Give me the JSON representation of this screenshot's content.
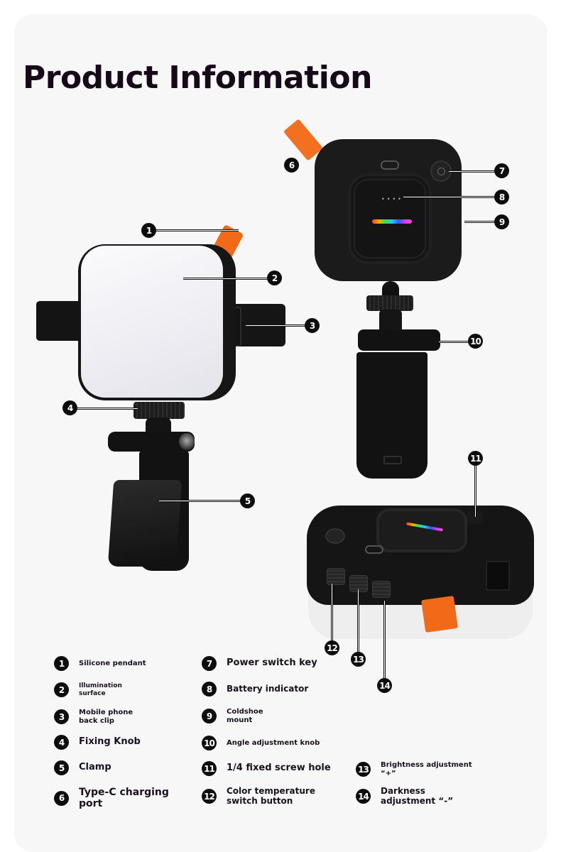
{
  "title": "Product Information",
  "callout_numbers": [
    "1",
    "2",
    "3",
    "4",
    "5",
    "6",
    "7",
    "8",
    "9",
    "10",
    "11",
    "12",
    "13",
    "14"
  ],
  "legend": {
    "col1": [
      {
        "num": "1",
        "label": "Silicone pendant"
      },
      {
        "num": "2",
        "label": "Illumination surface"
      },
      {
        "num": "3",
        "label": "Mobile phone back clip"
      },
      {
        "num": "4",
        "label": "Fixing Knob"
      },
      {
        "num": "5",
        "label": "Clamp"
      },
      {
        "num": "6",
        "label": "Type-C charging port"
      }
    ],
    "col2": [
      {
        "num": "7",
        "label": "Power switch key"
      },
      {
        "num": "8",
        "label": "Battery indicator"
      },
      {
        "num": "9",
        "label": "Coldshoe mount"
      },
      {
        "num": "10",
        "label": "Angle adjustment knob"
      },
      {
        "num": "11",
        "label": "1/4 fixed screw hole"
      },
      {
        "num": "12",
        "label": "Color temperature switch button"
      }
    ],
    "col3": [
      {
        "num": "13",
        "label": "Brightness adjustment “+”"
      },
      {
        "num": "14",
        "label": "Darkness adjustment “-”"
      }
    ]
  },
  "colors": {
    "accent_orange": "#f26a17",
    "device_black": "#151515",
    "card_bg": "#f7f7f8",
    "title_color": "#160818"
  }
}
